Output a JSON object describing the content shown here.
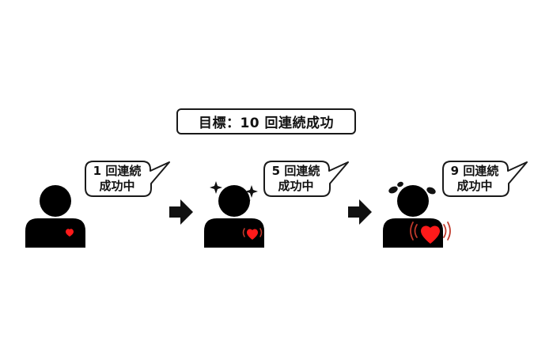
{
  "goal": {
    "text": "目標：10 回連続成功"
  },
  "stages": [
    {
      "count_line": "1 回連続",
      "status_line": "成功中",
      "heart_color": "#ff1a1a"
    },
    {
      "count_line": "5 回連続",
      "status_line": "成功中",
      "heart_color": "#ff1a1a",
      "effect": "sparkle-icon"
    },
    {
      "count_line": "9 回連続",
      "status_line": "成功中",
      "heart_color": "#ff1a1a",
      "effect": "sweat-drops-icon"
    }
  ],
  "colors": {
    "figure": "#000000",
    "heart": "#ff1a1a",
    "heart_vibration": "#c0392b",
    "text": "#111111"
  }
}
